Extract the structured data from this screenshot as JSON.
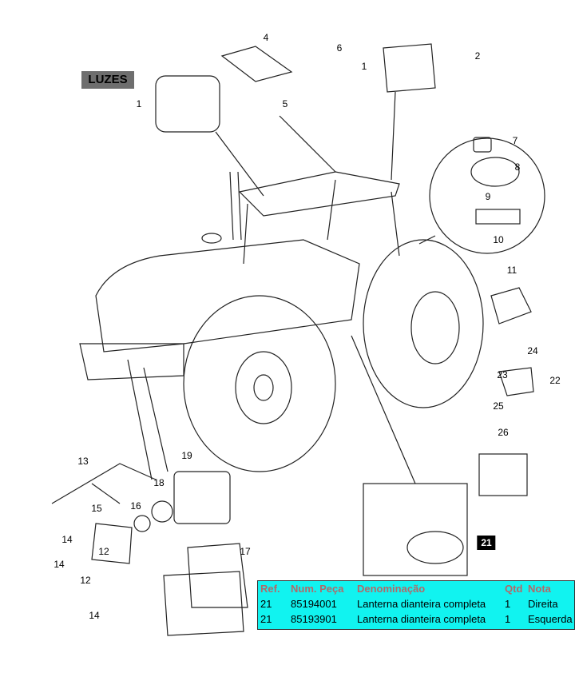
{
  "title": "LUZES",
  "callouts": [
    "4",
    "6",
    "1",
    "2",
    "1",
    "5",
    "7",
    "8",
    "9",
    "10",
    "11",
    "24",
    "23",
    "22",
    "25",
    "26",
    "13",
    "19",
    "18",
    "16",
    "15",
    "14",
    "12",
    "14",
    "12",
    "14",
    "17",
    "21"
  ],
  "table": {
    "headers": [
      "Ref.",
      "Num. Peça",
      "Denominação",
      "Qtd",
      "Nota"
    ],
    "rows": [
      [
        "21",
        "85194001",
        "Lanterna dianteira completa",
        "1",
        "Direita"
      ],
      [
        "21",
        "85193901",
        "Lanterna dianteira completa",
        "1",
        "Esquerda"
      ]
    ]
  },
  "colors": {
    "table_bg": "#11f3f0",
    "header_text": "#b06a6a",
    "title_bg": "#6e6e6e"
  }
}
